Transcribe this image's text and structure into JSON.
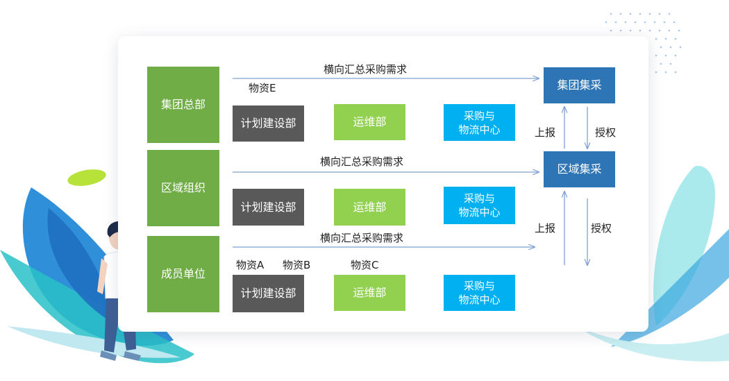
{
  "colors": {
    "org_green": "#70ad47",
    "dept_dark": "#595959",
    "dept_green": "#92d050",
    "dept_blue": "#00b0f0",
    "procurement_blue": "#2e75b6",
    "arrow": "#7f9fd4"
  },
  "rows": [
    {
      "org": "集团总部",
      "flow_label": "横向汇总采购需求",
      "departments": [
        "计划建设部",
        "运维部",
        "采购与\n物流中心"
      ],
      "materials": [
        "物资E"
      ]
    },
    {
      "org": "区域组织",
      "flow_label": "横向汇总采购需求",
      "departments": [
        "计划建设部",
        "运维部",
        "采购与\n物流中心"
      ],
      "materials": []
    },
    {
      "org": "成员单位",
      "flow_label": "横向汇总采购需求",
      "departments": [
        "计划建设部",
        "运维部",
        "采购与\n物流中心"
      ],
      "materials": [
        "物资A",
        "物资B",
        "物资C"
      ]
    }
  ],
  "procurement": {
    "group": "集团集采",
    "regional": "区域集采"
  },
  "vertical_labels": {
    "report": "上报",
    "authorize": "授权"
  }
}
